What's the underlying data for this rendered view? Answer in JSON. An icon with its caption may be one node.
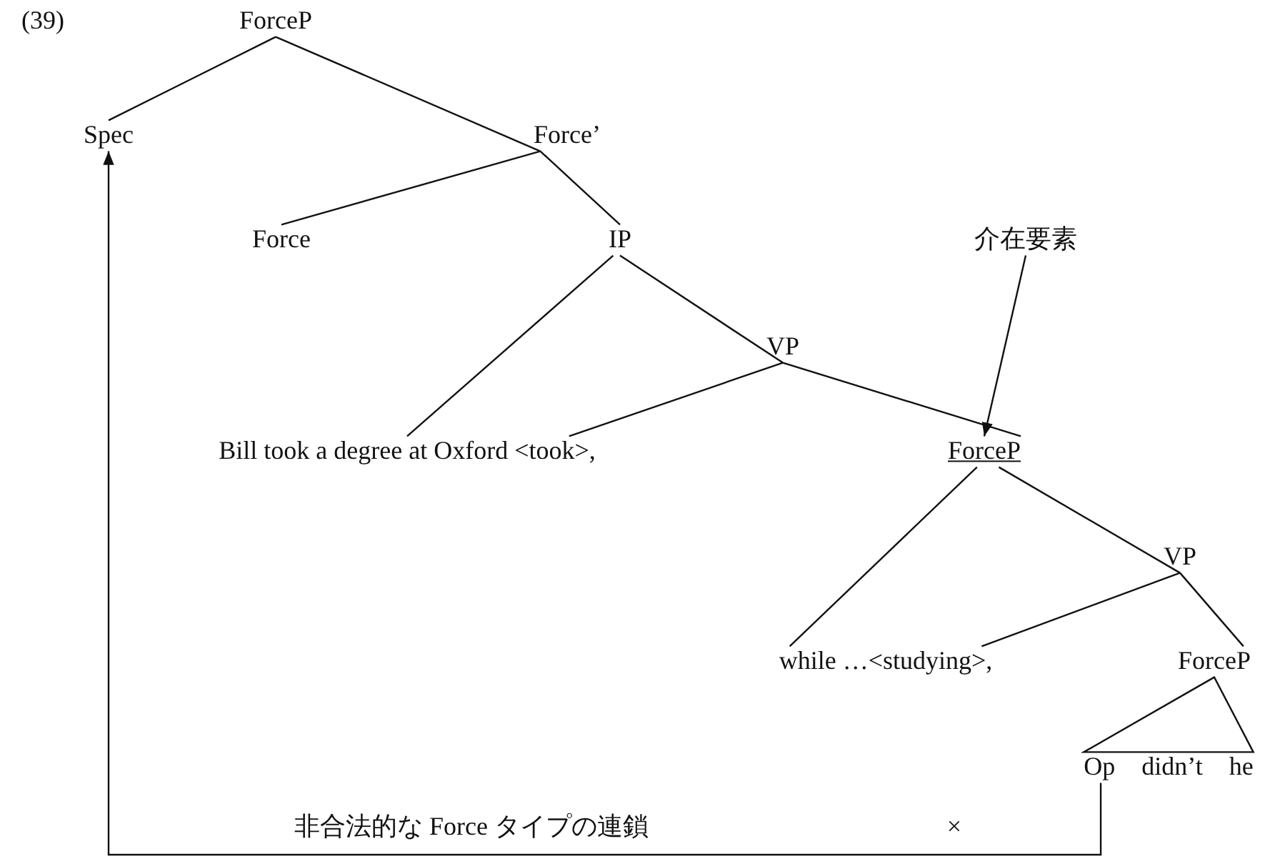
{
  "diagram": {
    "nodes": [
      {
        "text": [
          "ForceP"
        ]
      },
      {
        "text": [
          "Spec"
        ]
      },
      {
        "text": [
          "Force’"
        ]
      },
      {
        "text": [
          "Force"
        ]
      },
      {
        "text": [
          "IP"
        ]
      },
      {
        "text": [
          "VP"
        ]
      },
      {
        "text": [
          "Bill took a degree at Oxford <took>,"
        ]
      },
      {
        "text": [
          "ForceP"
        ]
      },
      {
        "text": [
          "介在要素"
        ]
      },
      {
        "text": [
          "VP"
        ]
      },
      {
        "text": [
          "while …<studying>,"
        ]
      },
      {
        "text": [
          "ForceP"
        ]
      },
      {
        "text": [
          "Op didn’t he"
        ]
      }
    ],
    "edges": [
      {
        "from": 0,
        "to": 1,
        "arrow": "none"
      },
      {
        "from": 0,
        "to": 2,
        "arrow": "none"
      },
      {
        "from": 2,
        "to": 3,
        "arrow": "none"
      },
      {
        "from": 2,
        "to": 4,
        "arrow": "none"
      },
      {
        "from": 4,
        "to": 6,
        "arrow": "none"
      },
      {
        "from": 4,
        "to": 5,
        "arrow": "none"
      },
      {
        "from": 5,
        "to": 6,
        "arrow": "none"
      },
      {
        "from": 5,
        "to": 7,
        "arrow": "none"
      },
      {
        "from": 8,
        "to": 7,
        "arrow": "to"
      },
      {
        "from": 7,
        "to": 10,
        "arrow": "none"
      },
      {
        "from": 7,
        "to": 9,
        "arrow": "none"
      },
      {
        "from": 9,
        "to": 10,
        "arrow": "none"
      },
      {
        "from": 9,
        "to": 11,
        "arrow": "none"
      },
      {
        "from": 11,
        "to": 12,
        "arrow": "none"
      },
      {
        "from": 12,
        "to": 1,
        "arrow": "to",
        "label": "非合法的な Force タイプの連鎖"
      }
    ],
    "labels": [
      "(39)",
      "×"
    ]
  }
}
